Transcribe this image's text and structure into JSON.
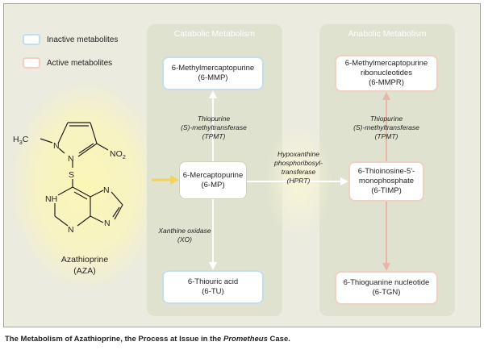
{
  "legend": {
    "inactive": {
      "label": "Inactive metabolites",
      "color": "#c4dcef"
    },
    "active": {
      "label": "Active metabolites",
      "color": "#f1cfc2"
    }
  },
  "catabolic": {
    "title": "Catabolic Metabolism",
    "mmp": [
      "6-Methylmercaptopurine",
      "(6-MMP)"
    ],
    "mp": [
      "6-Mercaptopurine",
      "(6-MP)"
    ],
    "tu": [
      "6-Thiouric acid",
      "(6-TU)"
    ],
    "tpmt": [
      "Thiopurine",
      "(S)-methyltransferase",
      "(TPMT)"
    ],
    "xo": [
      "Xanthine oxidase",
      "(XO)"
    ]
  },
  "hprt": [
    "Hypoxanthine",
    "phosphoribosyl-",
    "transferase",
    "(HPRT)"
  ],
  "anabolic": {
    "title": "Anabolic Metabolism",
    "mmpr": [
      "6-Methylmercaptopurine",
      "ribonucleotides",
      "(6-MMPR)"
    ],
    "timp": [
      "6-Thioinosine-5'-",
      "monophosphate",
      "(6-TIMP)"
    ],
    "tgn": [
      "6-Thioguanine nucleotide",
      "(6-TGN)"
    ],
    "tpmt": [
      "Thiopurine",
      "(S)-methyltransferase",
      "(TPMT)"
    ]
  },
  "aza": {
    "name": "Azathioprine",
    "abbr": "(AZA)",
    "atoms": {
      "methyl": "H",
      "methyl_sub": "3",
      "methyl_tail": "C",
      "n1": "N",
      "n2": "N",
      "nitro": "NO",
      "nitro_sub": "2",
      "s": "S",
      "nh": "NH",
      "n3": "N",
      "n4": "N",
      "n5": "N"
    }
  },
  "caption": {
    "text": "The Metabolism of Azathioprine, the Process at Issue in the ",
    "em": "Prometheus",
    "tail": " Case."
  },
  "colors": {
    "arrow": "#ffffff",
    "arrow_yellow": "#f2d45a",
    "arrow_pink": "#e7b6a6"
  }
}
